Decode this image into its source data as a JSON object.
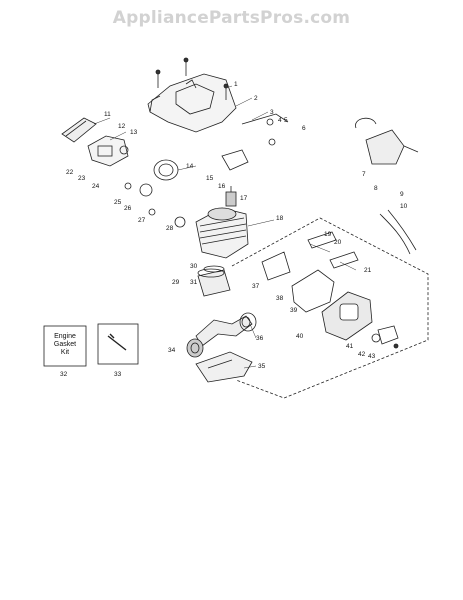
{
  "watermark": "AppliancePartsPros.com",
  "kit_box": {
    "line1": "Engine",
    "line2": "Gasket",
    "line3": "Kit"
  },
  "parts": [
    {
      "num": "1"
    },
    {
      "num": "2"
    },
    {
      "num": "3"
    },
    {
      "num": "4"
    },
    {
      "num": "5"
    },
    {
      "num": "6"
    },
    {
      "num": "7"
    },
    {
      "num": "8"
    },
    {
      "num": "9"
    },
    {
      "num": "10"
    },
    {
      "num": "11"
    },
    {
      "num": "12"
    },
    {
      "num": "13"
    },
    {
      "num": "14"
    },
    {
      "num": "15"
    },
    {
      "num": "16"
    },
    {
      "num": "17"
    },
    {
      "num": "18"
    },
    {
      "num": "19"
    },
    {
      "num": "20"
    },
    {
      "num": "21"
    },
    {
      "num": "22"
    },
    {
      "num": "23"
    },
    {
      "num": "24"
    },
    {
      "num": "25"
    },
    {
      "num": "26"
    },
    {
      "num": "27"
    },
    {
      "num": "28"
    },
    {
      "num": "29"
    },
    {
      "num": "30"
    },
    {
      "num": "31"
    },
    {
      "num": "32"
    },
    {
      "num": "33"
    },
    {
      "num": "34"
    },
    {
      "num": "35"
    },
    {
      "num": "36"
    },
    {
      "num": "37"
    },
    {
      "num": "38"
    },
    {
      "num": "39"
    },
    {
      "num": "40"
    },
    {
      "num": "41"
    },
    {
      "num": "42"
    },
    {
      "num": "43"
    }
  ]
}
